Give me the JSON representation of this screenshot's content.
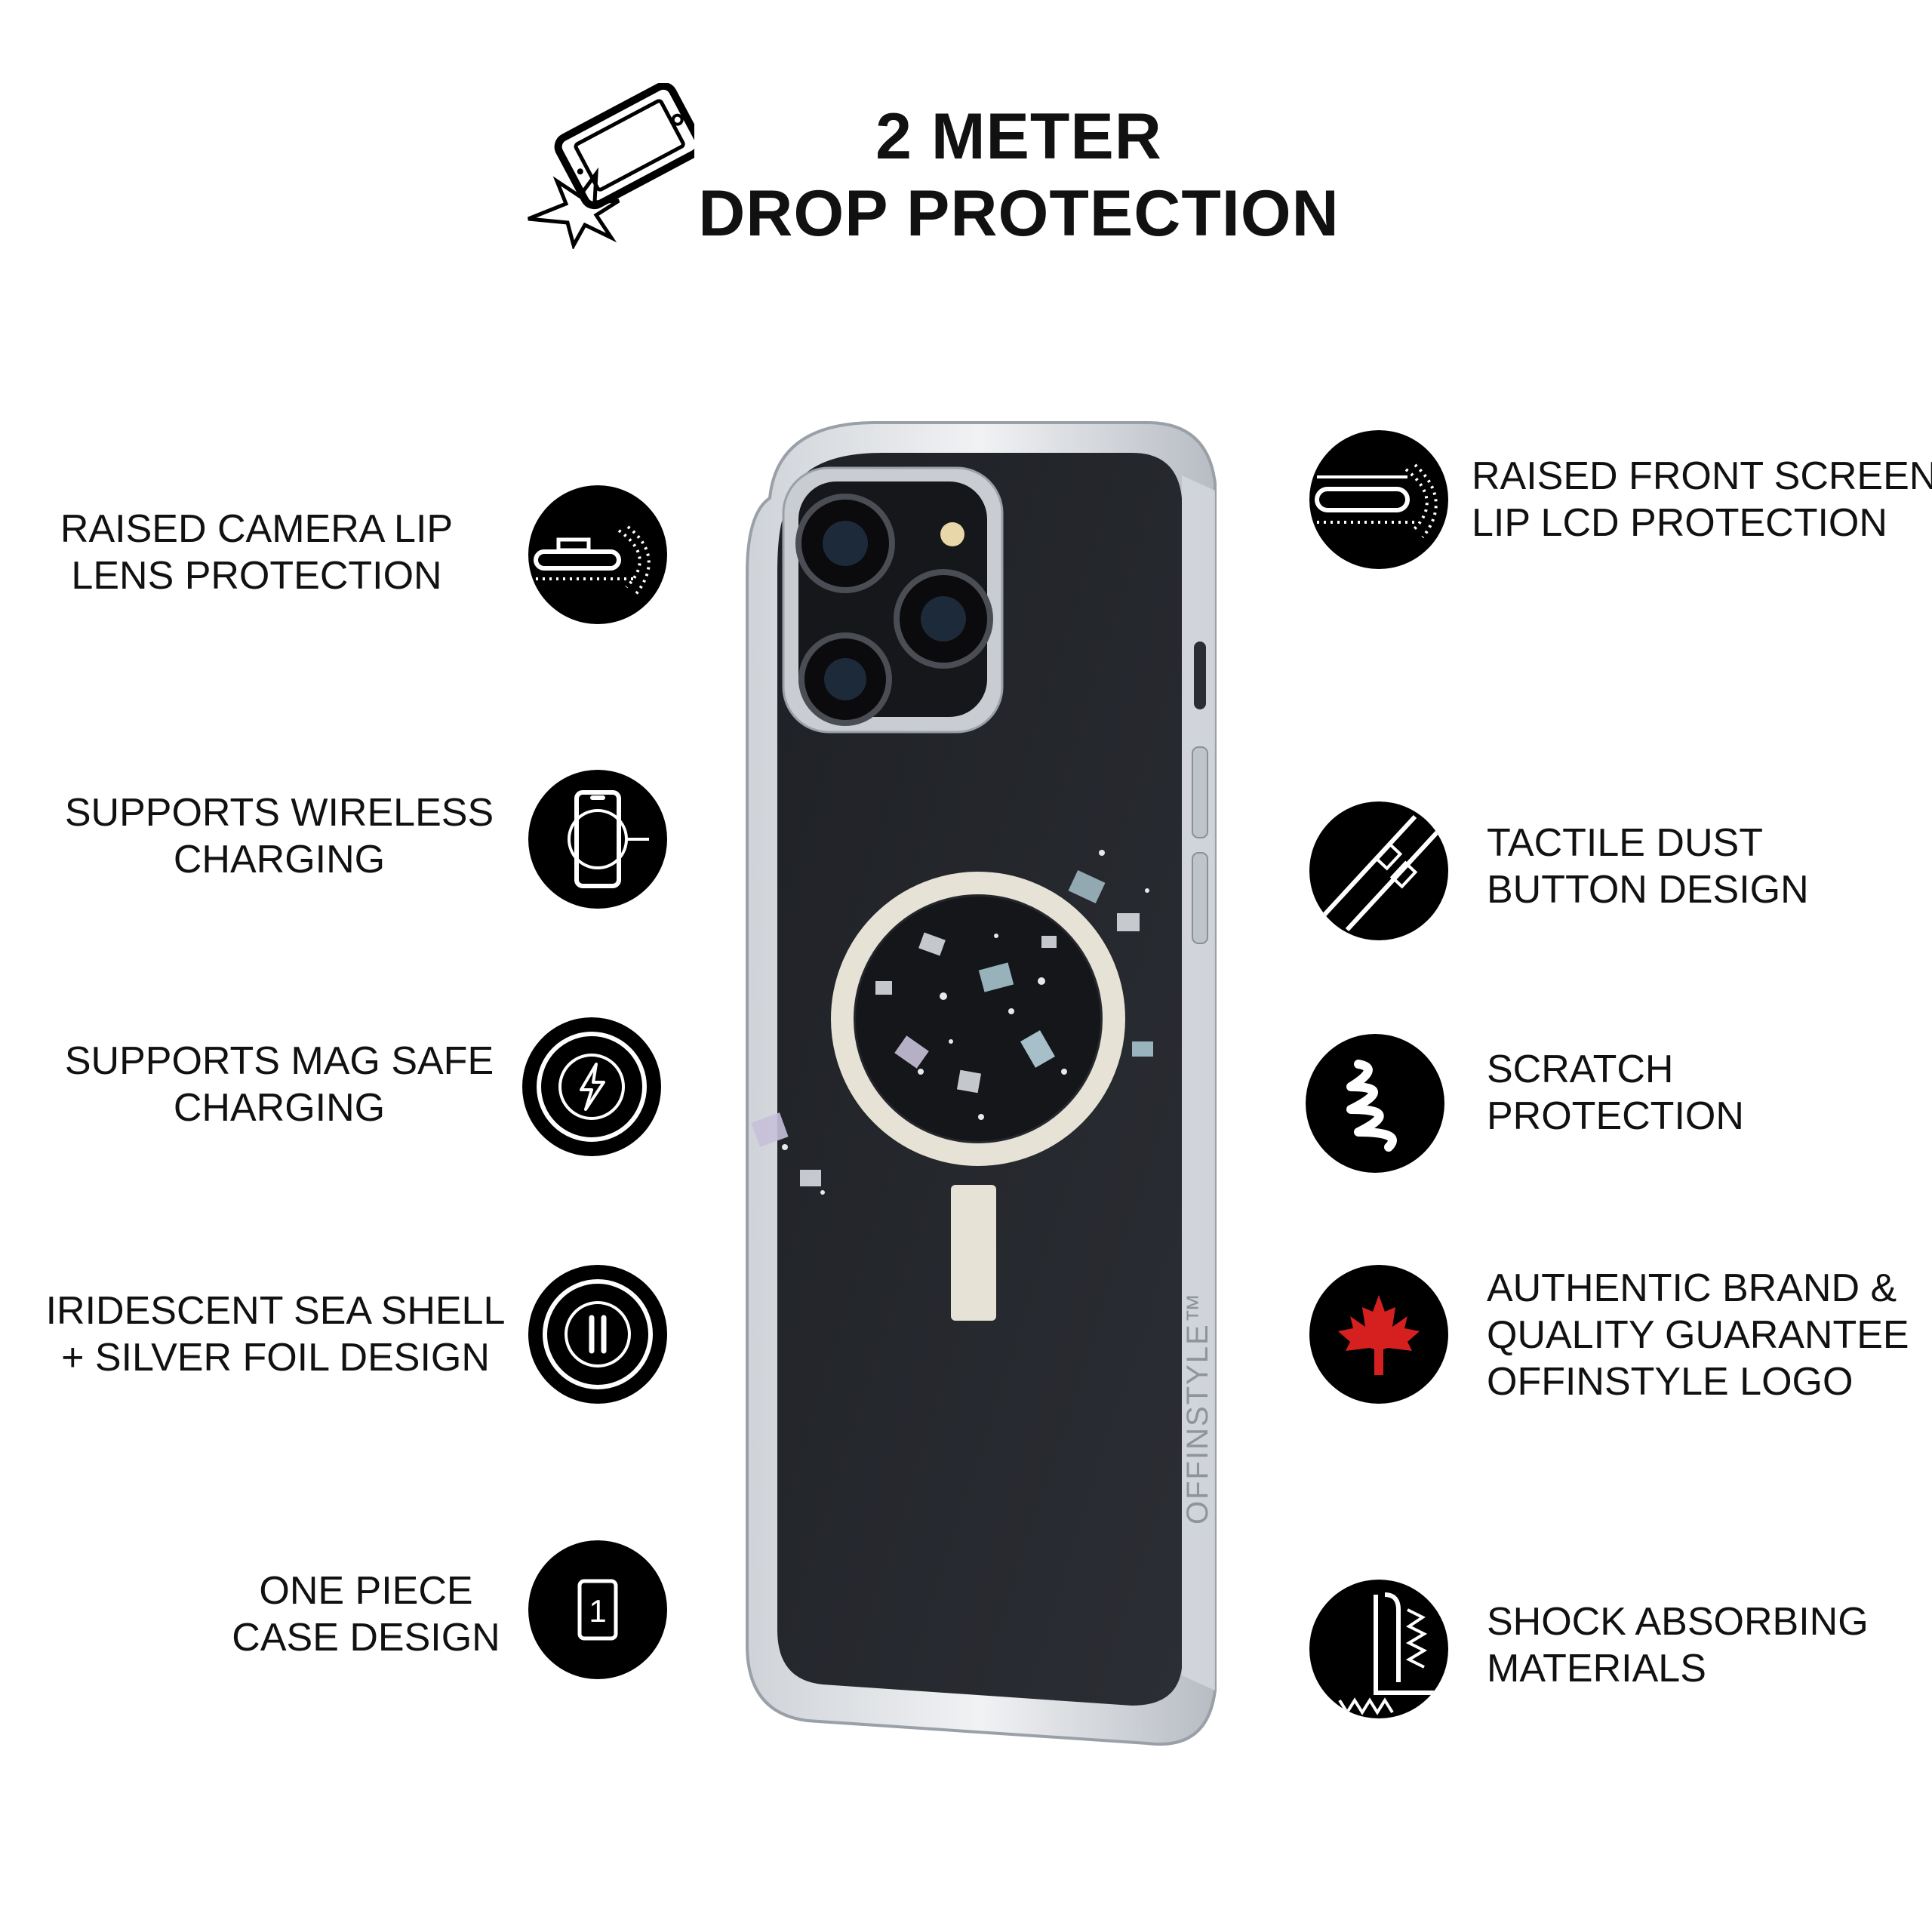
{
  "header": {
    "title_line1": "2 METER",
    "title_line2": "DROP PROTECTION",
    "icon": "phone-drop-icon"
  },
  "left_features": [
    {
      "line1": "RAISED CAMERA LIP",
      "line2": "LENS PROTECTION",
      "icon": "raised-camera-lip-icon"
    },
    {
      "line1": "SUPPORTS WIRELESS",
      "line2": "CHARGING",
      "icon": "wireless-charging-icon"
    },
    {
      "line1": "SUPPORTS MAG SAFE",
      "line2": "CHARGING",
      "icon": "magsafe-charging-icon"
    },
    {
      "line1": "IRIDESCENT SEA SHELL",
      "line2": "+ SILVER FOIL DESIGN",
      "icon": "sea-shell-design-icon"
    },
    {
      "line1": "ONE PIECE",
      "line2": "CASE DESIGN",
      "icon": "one-piece-icon"
    }
  ],
  "right_features": [
    {
      "line1": "RAISED FRONT SCREEN",
      "line2": "LIP LCD PROTECTION",
      "icon": "raised-screen-lip-icon"
    },
    {
      "line1": "TACTILE DUST",
      "line2": "BUTTON DESIGN",
      "icon": "tactile-button-icon"
    },
    {
      "line1": "SCRATCH",
      "line2": "PROTECTION",
      "icon": "scratch-icon"
    },
    {
      "line1": "AUTHENTIC BRAND &",
      "line2": "QUALITY GUARANTEE",
      "line3": "OFFINSTYLE LOGO",
      "icon": "maple-leaf-icon"
    },
    {
      "line1": "SHOCK ABSORBING",
      "line2": "MATERIALS",
      "icon": "shock-absorb-icon"
    }
  ],
  "product": {
    "case_brand_text": "OFFINSTYLE™",
    "accent_color": "#d62020"
  }
}
